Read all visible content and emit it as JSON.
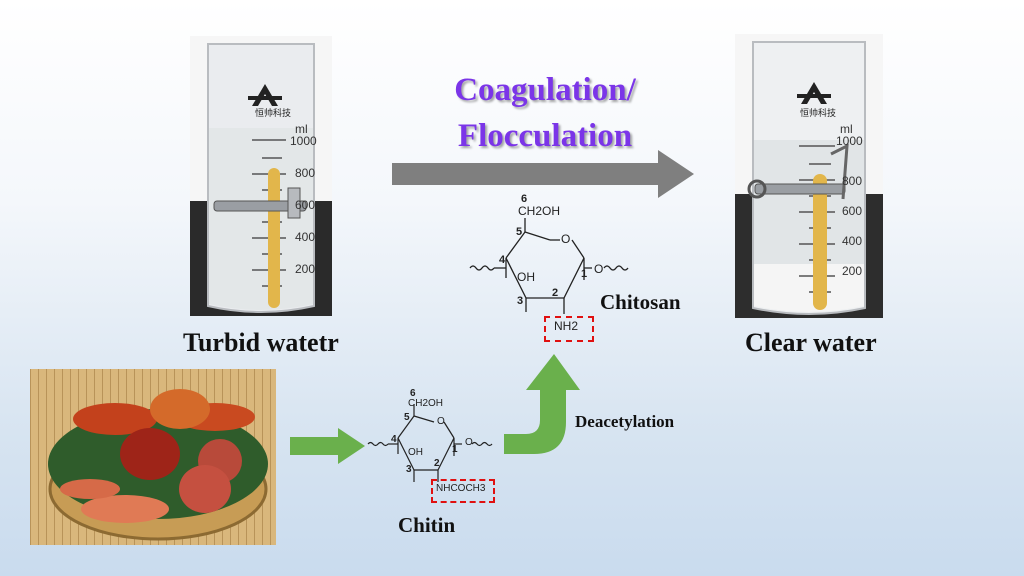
{
  "title": {
    "line1": "Coagulation/",
    "line2": "Flocculation"
  },
  "labels": {
    "turbid": "Turbid watetr",
    "clear": "Clear water",
    "chitosan": "Chitosan",
    "chitin": "Chitin",
    "deacetylation": "Deacetylation"
  },
  "beaker": {
    "unit": "ml",
    "ticks": [
      "1000",
      "800",
      "600",
      "400",
      "200"
    ],
    "brand_text": "恒帅科技"
  },
  "chitosan_structure": {
    "c6": "6",
    "ch2oh": "CH2OH",
    "c5": "5",
    "ring_o": "O",
    "c4": "4",
    "oh": "OH",
    "c1": "1",
    "glyco_o": "O",
    "c3": "3",
    "c2": "2",
    "group": "NH2"
  },
  "chitin_structure": {
    "c6": "6",
    "ch2oh": "CH2OH",
    "c5": "5",
    "ring_o": "O",
    "c4": "4",
    "oh": "OH",
    "c1": "1",
    "glyco_o": "O",
    "c3": "3",
    "c2": "2",
    "group": "NHCOCH3"
  },
  "colors": {
    "title": "#7b35e8",
    "green_arrow": "#6ab04c",
    "gray_arrow": "#7f7f7f",
    "highlight_box": "#e01010"
  }
}
